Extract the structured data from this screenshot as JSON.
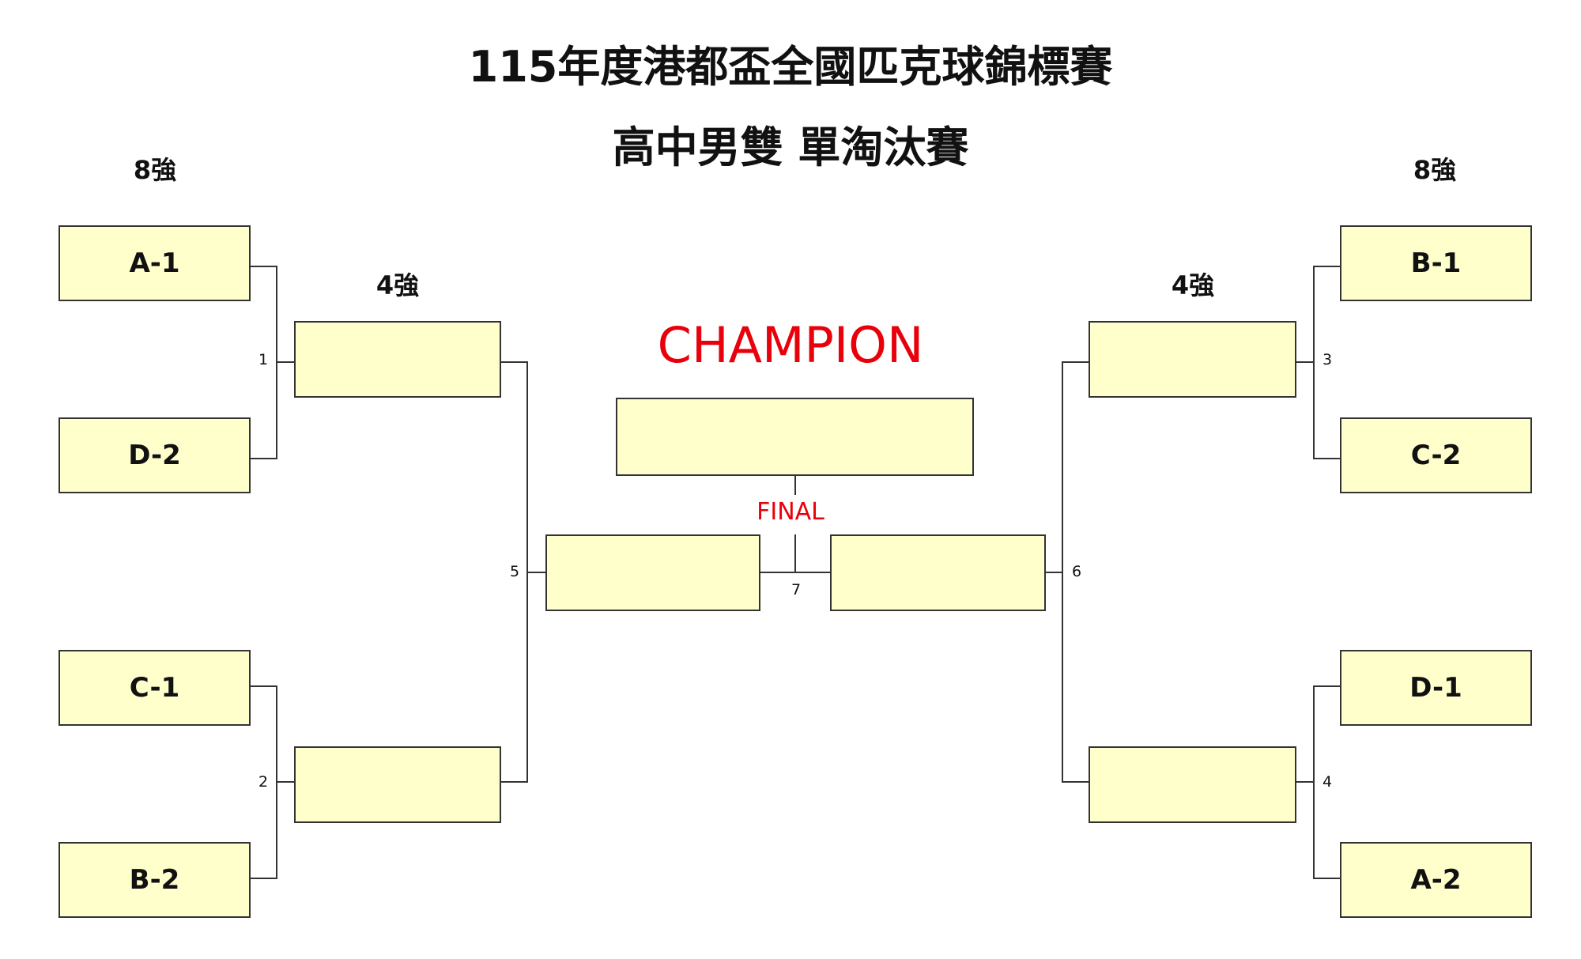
{
  "title": {
    "line1": "115年度港都盃全國匹克球錦標賽",
    "line2": "高中男雙 單淘汰賽"
  },
  "rounds": {
    "r8_left": "8強",
    "r8_right": "8強",
    "r4_left": "4強",
    "r4_right": "4強"
  },
  "left_r8": [
    "A-1",
    "D-2",
    "C-1",
    "B-2"
  ],
  "right_r8": [
    "B-1",
    "C-2",
    "D-1",
    "A-2"
  ],
  "match_numbers": [
    "1",
    "2",
    "3",
    "4",
    "5",
    "6",
    "7"
  ],
  "champion_label": "CHAMPION",
  "final_label": "FINAL",
  "colors": {
    "box_fill": "#ffffcc",
    "accent": "#e8000b"
  }
}
